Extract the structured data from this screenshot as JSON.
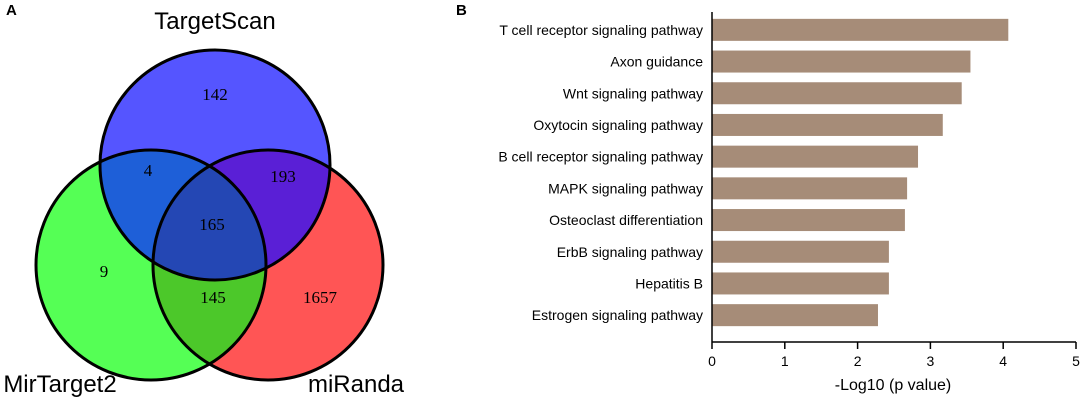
{
  "panels": {
    "a": "A",
    "b": "B"
  },
  "venn": {
    "sets": [
      "TargetScan",
      "MirTarget2",
      "miRanda"
    ],
    "colors": {
      "TargetScan": "#5555ff",
      "MirTarget2": "#55ff55",
      "miRanda": "#ff5555"
    },
    "regions": {
      "targetscan_only": "142",
      "targetscan_mirtarget2": "4",
      "targetscan_miranda": "193",
      "all_three": "165",
      "mirtarget2_only": "9",
      "mirtarget2_miranda": "145",
      "miranda_only": "1657"
    }
  },
  "chart_data": {
    "type": "bar",
    "orientation": "horizontal",
    "categories": [
      "T cell receptor signaling pathway",
      "Axon guidance",
      "Wnt signaling pathway",
      "Oxytocin signaling pathway",
      "B cell receptor signaling pathway",
      "MAPK signaling pathway",
      "Osteoclast differentiation",
      "ErbB signaling pathway",
      "Hepatitis B",
      "Estrogen signaling pathway"
    ],
    "values": [
      4.07,
      3.55,
      3.43,
      3.17,
      2.83,
      2.68,
      2.65,
      2.43,
      2.43,
      2.28
    ],
    "xlabel": "-Log10 (p value)",
    "ylabel": "",
    "xlim": [
      0,
      5
    ],
    "xticks": [
      "0",
      "1",
      "2",
      "3",
      "4",
      "5"
    ],
    "bar_color": "#a68c78",
    "grid": false
  }
}
